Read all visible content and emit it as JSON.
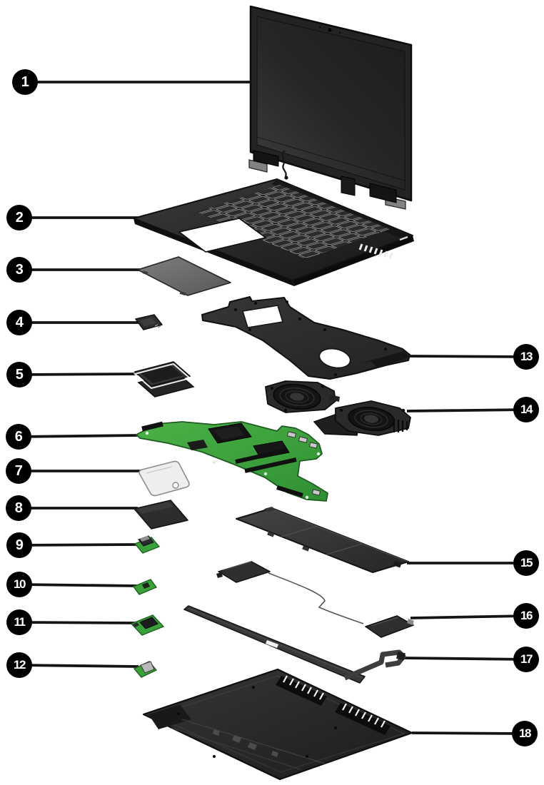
{
  "diagram": {
    "background_color": "#ffffff",
    "callout_fill": "#000000",
    "callout_text_color": "#ffffff",
    "leader_line_color": "#141414",
    "pcb_color": "#3fa53f",
    "part_color_dark": "#2b2b2b",
    "bracket_color": "#eeeeee",
    "callouts": [
      {
        "label": "1",
        "part": "display-assembly"
      },
      {
        "label": "2",
        "part": "keyboard-top-cover"
      },
      {
        "label": "3",
        "part": "touchpad"
      },
      {
        "label": "4",
        "part": "wlan-module"
      },
      {
        "label": "5",
        "part": "drive-stack"
      },
      {
        "label": "6",
        "part": "system-board"
      },
      {
        "label": "7",
        "part": "bracket-plate"
      },
      {
        "label": "8",
        "part": "drive-shield"
      },
      {
        "label": "9",
        "part": "io-board"
      },
      {
        "label": "10",
        "part": "sensor-board"
      },
      {
        "label": "11",
        "part": "card-board"
      },
      {
        "label": "12",
        "part": "connector-board"
      },
      {
        "label": "13",
        "part": "heat-sink"
      },
      {
        "label": "14",
        "part": "fans"
      },
      {
        "label": "15",
        "part": "battery"
      },
      {
        "label": "16",
        "part": "speakers-with-cable"
      },
      {
        "label": "17",
        "part": "hinge-cover-and-cable"
      },
      {
        "label": "18",
        "part": "bottom-cover"
      }
    ]
  }
}
